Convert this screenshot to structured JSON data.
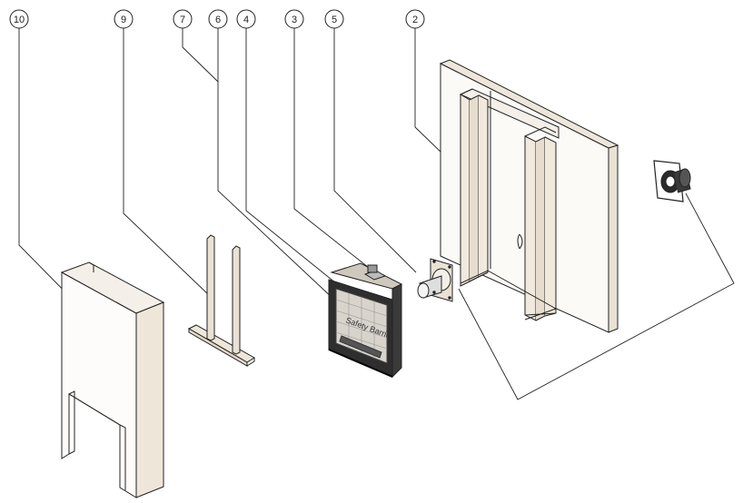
{
  "callouts": [
    "10",
    "9",
    "7",
    "6",
    "4",
    "3",
    "5",
    "2"
  ],
  "firebox_label": "Safety Barrier",
  "colors": {
    "line": "#222222",
    "panel": "#f4efe8",
    "wall_edge": "#efe6da",
    "frame": "#e9e1d4",
    "dark": "#2a2a2a"
  }
}
